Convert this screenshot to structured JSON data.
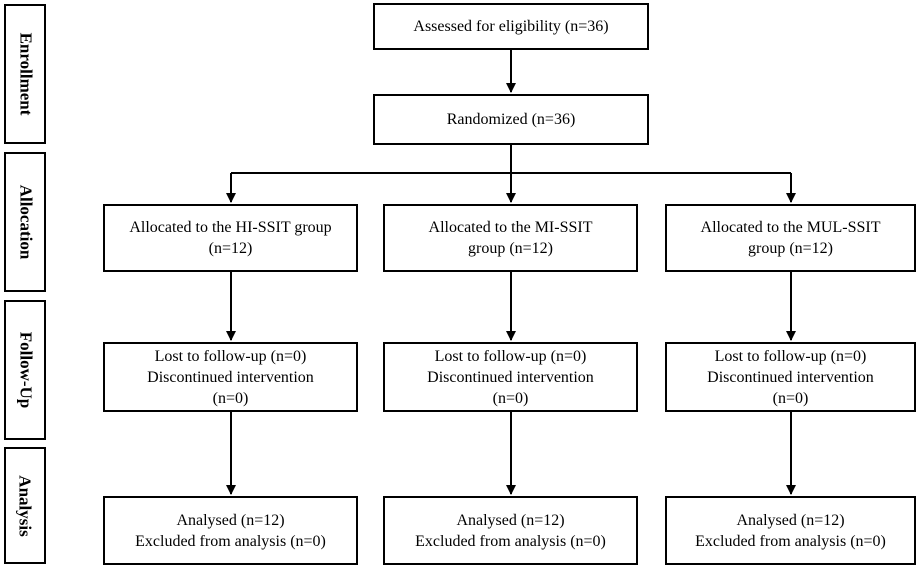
{
  "stages": {
    "enrollment": "Enrollment",
    "allocation": "Allocation",
    "followup": "Follow-Up",
    "analysis": "Analysis"
  },
  "enrollment": {
    "assessed": "Assessed for eligibility (n=36)",
    "randomized": "Randomized (n=36)"
  },
  "groups": [
    {
      "allocated": [
        "Allocated to the HI-SSIT group",
        "(n=12)"
      ],
      "followup": [
        "Lost to follow-up (n=0)",
        "Discontinued intervention",
        "(n=0)"
      ],
      "analysis": [
        "Analysed (n=12)",
        "Excluded from analysis (n=0)"
      ]
    },
    {
      "allocated": [
        "Allocated to the MI-SSIT",
        "group (n=12)"
      ],
      "followup": [
        "Lost to follow-up (n=0)",
        "Discontinued intervention",
        "(n=0)"
      ],
      "analysis": [
        "Analysed (n=12)",
        "Excluded from analysis (n=0)"
      ]
    },
    {
      "allocated": [
        "Allocated to the MUL-SSIT",
        "group (n=12)"
      ],
      "followup": [
        "Lost to follow-up (n=0)",
        "Discontinued intervention",
        "(n=0)"
      ],
      "analysis": [
        "Analysed (n=12)",
        "Excluded from analysis (n=0)"
      ]
    }
  ]
}
